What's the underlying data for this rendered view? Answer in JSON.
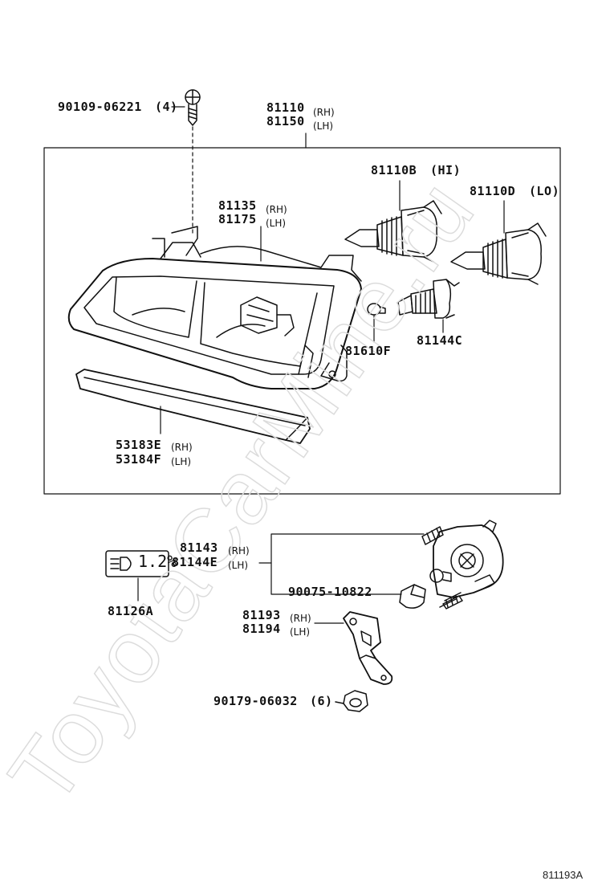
{
  "diagram_ref": "811193A",
  "watermark": "ToyotaCarMine.ru",
  "badge_text": "1.2%",
  "parts": {
    "screw": {
      "number": "90109-06221",
      "qty": "(4)"
    },
    "headlamp_assy": {
      "rh": "81110",
      "rh_tag": "(RH)",
      "lh": "81150",
      "lh_tag": "(LH)"
    },
    "bulb_hi": {
      "number": "81110B",
      "tag": "(HI)"
    },
    "bulb_lo": {
      "number": "81110D",
      "tag": "(LO)"
    },
    "housing": {
      "rh": "81135",
      "rh_tag": "(RH)",
      "lh": "81175",
      "lh_tag": "(LH)"
    },
    "bulb_small": {
      "number": "81610F"
    },
    "socket": {
      "number": "81144C"
    },
    "moulding": {
      "rh": "53183E",
      "rh_tag": "(RH)",
      "lh": "53184F",
      "lh_tag": "(LH)"
    },
    "leveling_unit": {
      "rh": "81143",
      "rh_tag": "(RH)",
      "lh": "81144E",
      "lh_tag": "(LH)"
    },
    "clip": {
      "number": "90075-10822"
    },
    "label_plate": {
      "number": "81126A"
    },
    "bracket": {
      "rh": "81193",
      "rh_tag": "(RH)",
      "lh": "81194",
      "lh_tag": "(LH)"
    },
    "nut": {
      "number": "90179-06032",
      "qty": "(6)"
    }
  }
}
